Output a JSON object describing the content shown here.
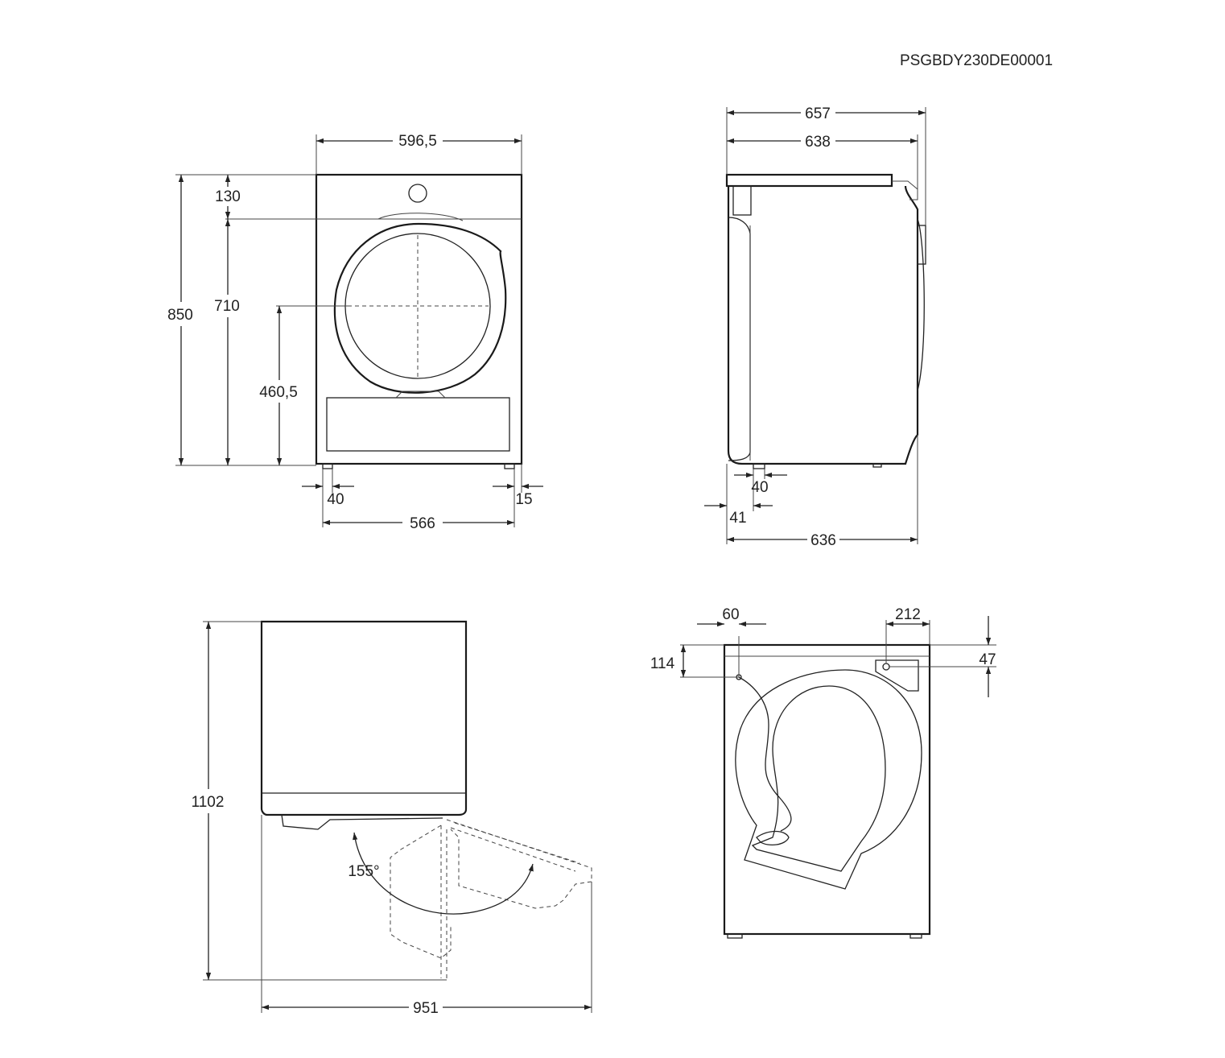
{
  "document_code": "PSGBDY230DE00001",
  "colors": {
    "line": "#222222",
    "background": "#ffffff"
  },
  "views": {
    "front": {
      "width_top": "596,5",
      "height_total": "850",
      "top_panel": "130",
      "door_height": "710",
      "door_center": "460,5",
      "foot_left": "40",
      "foot_right": "15",
      "feet_span": "566"
    },
    "side": {
      "depth_total": "657",
      "depth_body": "638",
      "foot_offset": "40",
      "rear_offset": "41",
      "depth_base": "636"
    },
    "door_open": {
      "height_open": "1102",
      "depth_open": "951",
      "opening_angle": "155°"
    },
    "rear": {
      "cable_offset_x": "60",
      "hose_offset_x": "212",
      "cable_height": "114",
      "hose_height": "47"
    }
  }
}
